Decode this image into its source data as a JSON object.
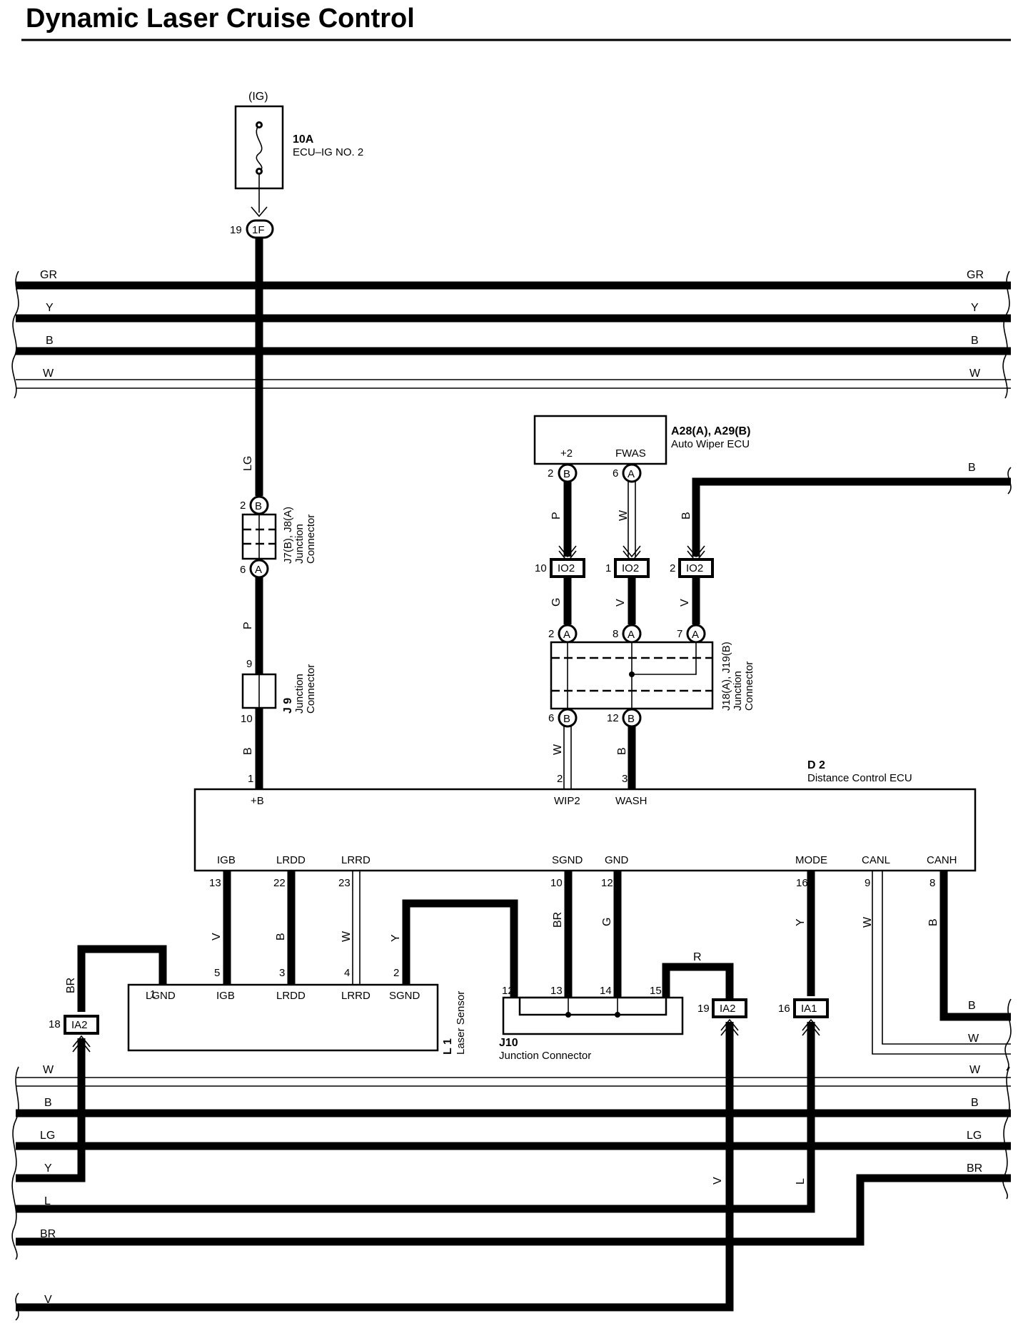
{
  "title": "Dynamic Laser Cruise Control",
  "fuse": {
    "source": "(IG)",
    "rating": "10A",
    "name": "ECU–IG NO. 2"
  },
  "connector_1f": {
    "pin": "19",
    "code": "1F"
  },
  "top_bus": [
    {
      "label": "GR",
      "thick": true
    },
    {
      "label": "Y",
      "thick": true
    },
    {
      "label": "B",
      "thick": true
    },
    {
      "label": "W",
      "thick": false
    }
  ],
  "bottom_bus": [
    {
      "left": "W",
      "right": "W",
      "thick": false
    },
    {
      "left": "B",
      "right": "B",
      "thick": true
    },
    {
      "left": "LG",
      "right": "LG",
      "thick": true
    },
    {
      "left": "Y",
      "right": "BR",
      "thick": true
    },
    {
      "left": "L",
      "right": "",
      "thick": true
    },
    {
      "left": "BR",
      "right": "",
      "thick": true
    },
    {
      "left": "V",
      "right": "",
      "thick": true
    }
  ],
  "j7_j8": {
    "name": "J7(B), J8(A)",
    "desc1": "Junction",
    "desc2": "Connector",
    "pin_top": "2",
    "letter_top": "B",
    "pin_bottom": "6",
    "letter_bottom": "A"
  },
  "j9": {
    "name": "J 9",
    "desc1": "Junction",
    "desc2": "Connector",
    "pin_top": "9",
    "pin_bottom": "10"
  },
  "wire_colors_left": {
    "lg": "LG",
    "p": "P",
    "b": "B"
  },
  "auto_wiper": {
    "name": "A28(A), A29(B)",
    "desc": "Auto Wiper ECU",
    "t_plus2": "+2",
    "t_fwas": "FWAS",
    "pin_plus2": "2",
    "letter_plus2": "B",
    "pin_fwas": "6",
    "letter_fwas": "A"
  },
  "io2": [
    {
      "pin": "10",
      "code": "IO2",
      "upper": "P",
      "lower": "G"
    },
    {
      "pin": "1",
      "code": "IO2",
      "upper": "W",
      "lower": "V"
    },
    {
      "pin": "2",
      "code": "IO2",
      "upper": "B",
      "lower": "V"
    }
  ],
  "b_right_label": "B",
  "j18_j19": {
    "name": "J18(A), J19(B)",
    "desc1": "Junction",
    "desc2": "Connector",
    "top_pins": [
      {
        "pin": "2",
        "letter": "A"
      },
      {
        "pin": "8",
        "letter": "A"
      },
      {
        "pin": "7",
        "letter": "A"
      }
    ],
    "bottom_pins": [
      {
        "pin": "6",
        "letter": "B"
      },
      {
        "pin": "12",
        "letter": "B"
      }
    ],
    "wire_w": "W",
    "wire_b": "B"
  },
  "ecu": {
    "name": "D 2",
    "desc": "Distance Control ECU",
    "top_terminals": [
      {
        "pin": "1",
        "name": "+B"
      },
      {
        "pin": "2",
        "name": "WIP2"
      },
      {
        "pin": "3",
        "name": "WASH"
      }
    ],
    "bottom_terminals": [
      {
        "pin": "13",
        "name": "IGB",
        "wire": "V"
      },
      {
        "pin": "22",
        "name": "LRDD",
        "wire": "B"
      },
      {
        "pin": "23",
        "name": "LRRD",
        "wire": "W"
      },
      {
        "pin": "10",
        "name": "SGND",
        "wire": "BR"
      },
      {
        "pin": "12",
        "name": "GND",
        "wire": "G"
      },
      {
        "pin": "16",
        "name": "MODE",
        "wire": "Y"
      },
      {
        "pin": "9",
        "name": "CANL",
        "wire": "W"
      },
      {
        "pin": "8",
        "name": "CANH",
        "wire": "B"
      }
    ]
  },
  "laser_sensor": {
    "name": "L 1",
    "desc": "Laser Sensor",
    "terminals": [
      {
        "pin": "1",
        "name": "LGND"
      },
      {
        "pin": "5",
        "name": "IGB"
      },
      {
        "pin": "3",
        "name": "LRDD"
      },
      {
        "pin": "4",
        "name": "LRRD"
      },
      {
        "pin": "2",
        "name": "SGND"
      }
    ],
    "wire_y": "Y"
  },
  "ia2_left": {
    "pin": "18",
    "code": "IA2",
    "wire": "BR"
  },
  "j10": {
    "name": "J10",
    "desc": "Junction Connector",
    "pins": [
      "12",
      "13",
      "14",
      "15"
    ],
    "wire_r": "R"
  },
  "ia2_mid": {
    "pin": "19",
    "code": "IA2",
    "wire": "V"
  },
  "ia1": {
    "pin": "16",
    "code": "IA1",
    "wire": "L"
  },
  "right_side": {
    "canh": "B",
    "canl": "W"
  }
}
